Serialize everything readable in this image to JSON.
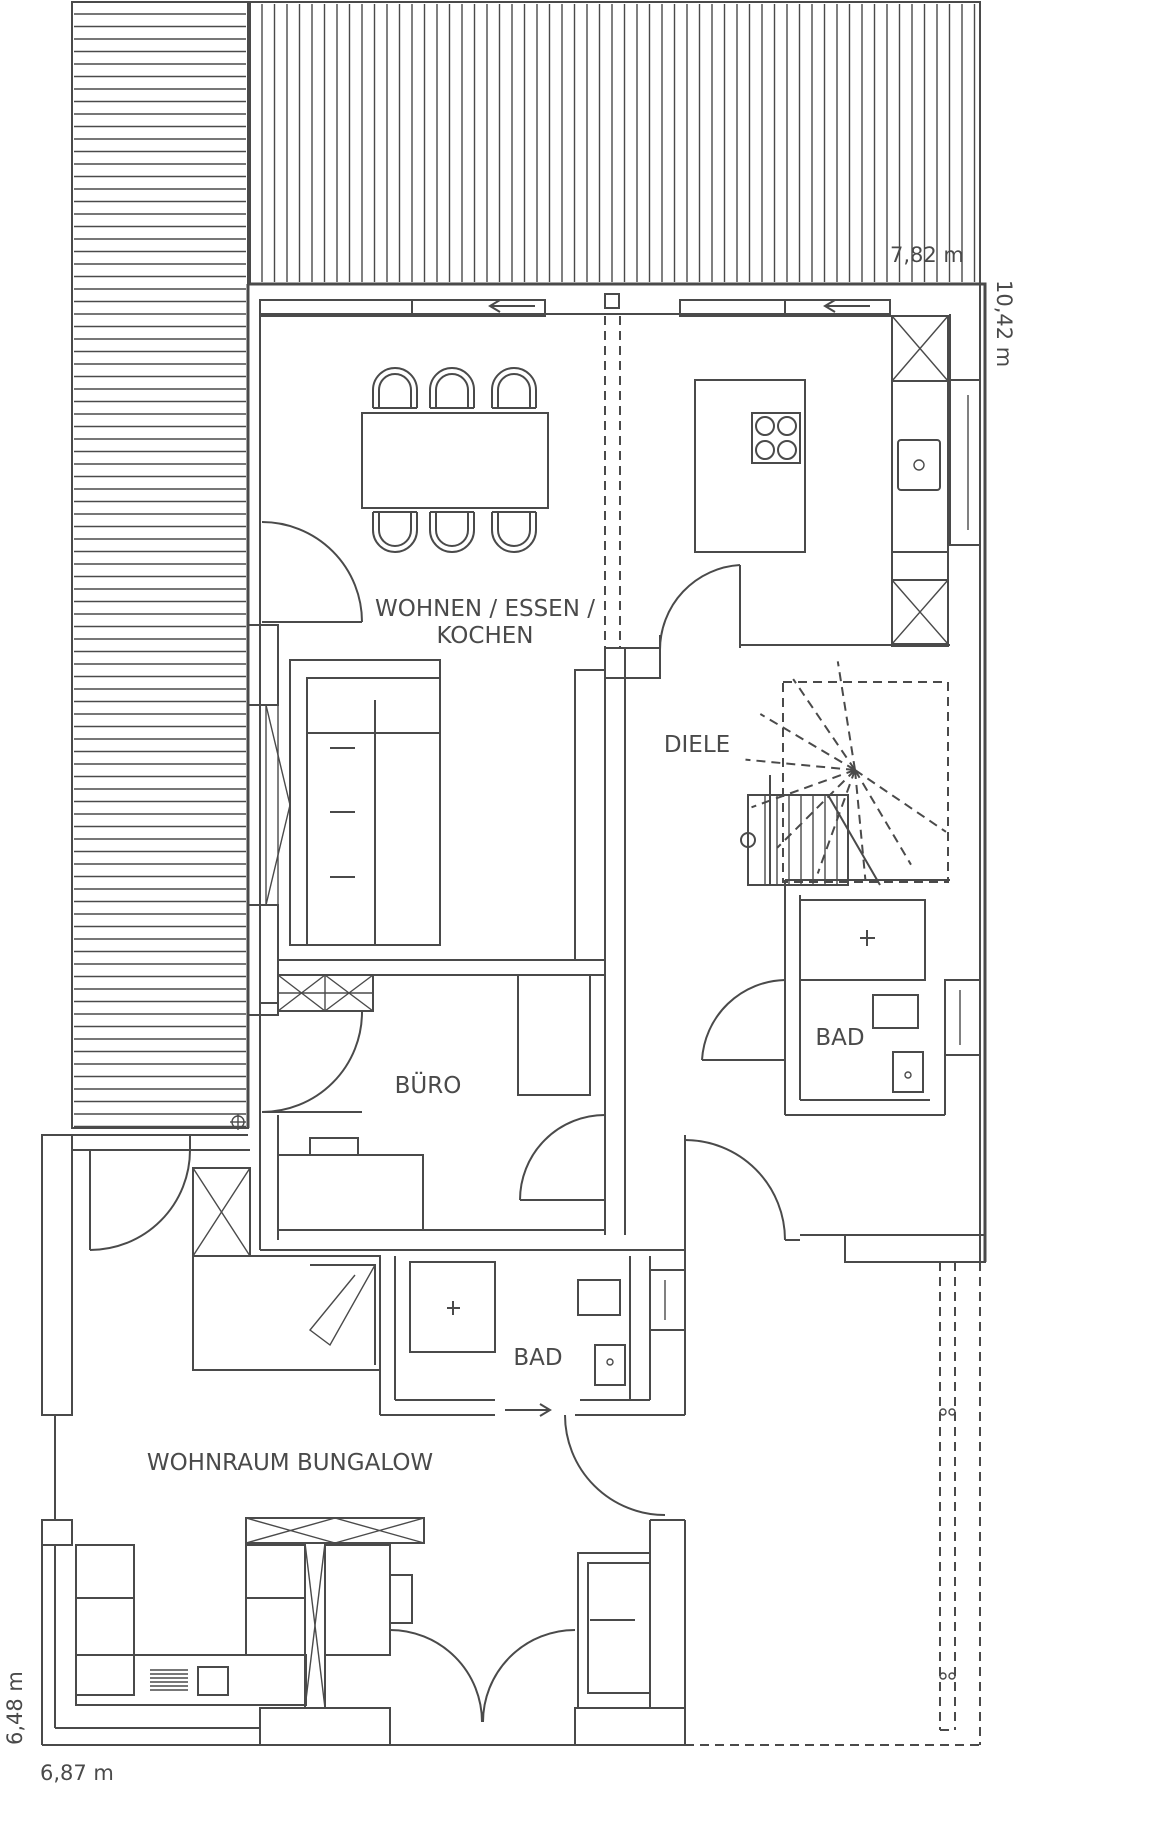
{
  "rooms": {
    "wohnen_line1": "WOHNEN / ESSEN /",
    "wohnen_line2": "KOCHEN",
    "diele": "DIELE",
    "bad_upper": "BAD",
    "buero": "BÜRO",
    "bad_lower": "BAD",
    "wohnraum_bungalow": "WOHNRAUM BUNGALOW"
  },
  "dimensions": {
    "top_width": "7,82 m",
    "right_depth": "10,42 m",
    "bottom_width": "6,87 m",
    "left_depth": "6,48 m"
  },
  "colors": {
    "line": "#4a4a4a",
    "background": "#ffffff"
  }
}
